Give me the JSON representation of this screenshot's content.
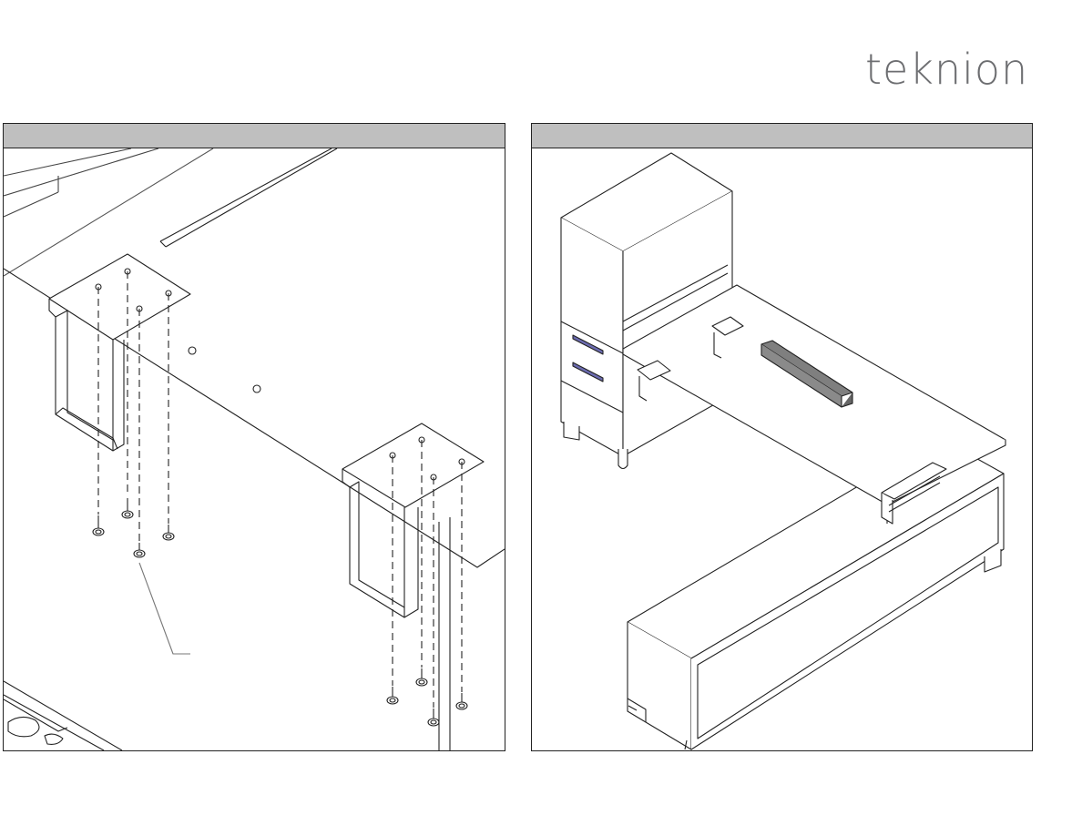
{
  "brand": {
    "logo_text": "teknion"
  },
  "panels": [
    {
      "id": "step-left",
      "header": ""
    },
    {
      "id": "step-right",
      "header": ""
    }
  ]
}
